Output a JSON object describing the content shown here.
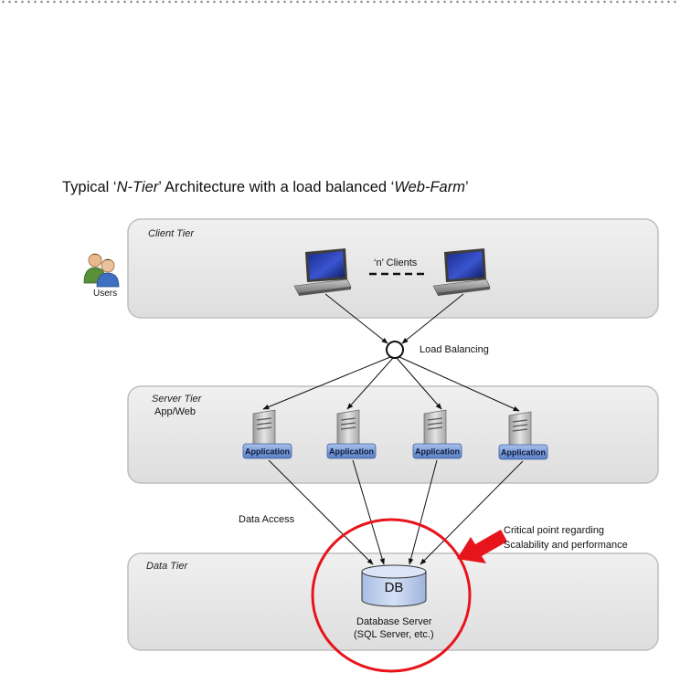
{
  "title": {
    "prefix": "Typical ‘",
    "term1": "N-Tier",
    "middle": "’ Architecture with a load balanced ‘",
    "term2": "Web-Farm",
    "suffix": "’"
  },
  "tiers": {
    "client": "Client Tier",
    "server": "Server Tier",
    "data": "Data Tier"
  },
  "users_label": "Users",
  "clients_label": "‘n’ Clients",
  "load_balancing_label": "Load Balancing",
  "server_sub_label": "App/Web",
  "app_servers": [
    "Application",
    "Application",
    "Application",
    "Application"
  ],
  "data_access_label": "Data Access",
  "critical_note": {
    "line1": "Critical point regarding",
    "line2": "Scalability and performance"
  },
  "db": {
    "label": "DB",
    "name": "Database Server",
    "detail": "(SQL Server, etc.)"
  },
  "colors": {
    "tier_fill": "#e8e8e8",
    "tier_stroke": "#bdbdbd",
    "highlight_red": "#e8141c",
    "db_fill": "#c3d3ee",
    "app_badge_fill": "#6e94d2"
  }
}
